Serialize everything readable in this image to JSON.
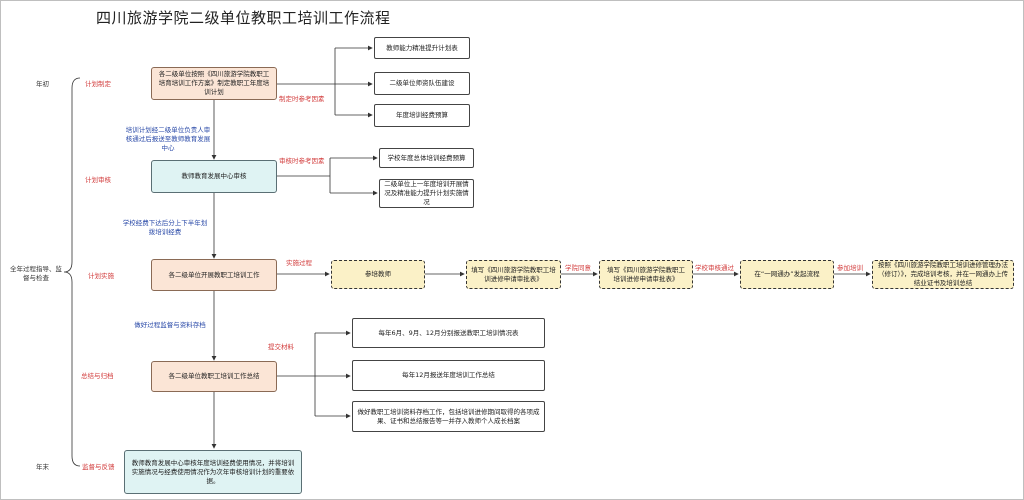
{
  "title": "四川旅游学院二级单位教职工培训工作流程",
  "timeline": {
    "start": "年初",
    "middle": "全年过程指导、监督与检查",
    "end": "年末"
  },
  "phases": [
    "计划制定",
    "计划审核",
    "计划实施",
    "总结与归档",
    "监督与反馈"
  ],
  "main_nodes": [
    "各二级单位按照《四川旅游学院教职工培育培训工作方案》制定教职工年度培训计划",
    "教师教育发展中心审核",
    "各二级单位开展教职工培训工作",
    "各二级单位教职工培训工作总结",
    "教师教育发展中心审核年度培训经费使用情况，并将培训实施情况与经费使用情况作为次年审核培训计划的重要依据。"
  ],
  "flow_notes": [
    "培训计划经二级单位负责人审核通过后报送至教师教育发展中心",
    "学校经费下达后分上下半年划拨培训经费",
    "做好过程监督与资料存档"
  ],
  "branch_labels": [
    "制定时参考因素",
    "审核时参考因素",
    "实施过程",
    "提交材料"
  ],
  "plan_factors": [
    "教师能力精准提升计划表",
    "二级单位师资队伍建设",
    "年度培训经费预算"
  ],
  "review_factors": [
    "学校年度总体培训经费预算",
    "二级单位上一年度培训开展情况及精准能力提升计划实施情况"
  ],
  "implementation": {
    "steps": [
      "参培教师",
      "填写《四川旅游学院教职工培训进修申请审批表》",
      "填写《四川旅游学院教职工培训进修申请审批表》",
      "在“一网通办”发起流程",
      "按照《四川旅游学院教职工培训进修管理办法（修订）》，完成培训考核，并在一网通办上传结业证书及培训总结"
    ],
    "arrow_labels": [
      "学院同意",
      "学校审核通过",
      "参加培训"
    ]
  },
  "submissions": [
    "每年6月、9月、12月分别报送教职工培训情况表",
    "每年12月报送年度培训工作总结",
    "做好教职工培训资料存档工作，包括培训进修期间取得的各项成果、证书和总结报告等一并存入教师个人成长档案"
  ],
  "colors": {
    "orange_fill": "#fbe5d6",
    "cyan_fill": "#dff3f3",
    "yellow_fill": "#fbf1c7",
    "red_text": "#d23b3b",
    "blue_text": "#2a4aa8"
  }
}
